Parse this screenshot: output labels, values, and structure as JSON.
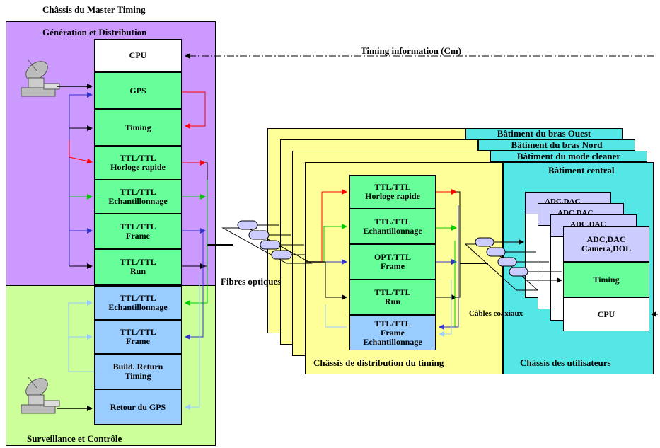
{
  "master": {
    "title": "Châssis du Master Timing",
    "gen_title": "Génération et Distribution",
    "surv_title": "Surveillance et Contrôle",
    "timing_info": "Timing information (Cm)",
    "blocks": {
      "cpu": "CPU",
      "gps": "GPS",
      "timing": "Timing",
      "ttl_horloge": [
        "TTL/TTL",
        "Horloge rapide"
      ],
      "ttl_echant": [
        "TTL/TTL",
        "Echantillonnage"
      ],
      "ttl_frame": [
        "TTL/TTL",
        "Frame"
      ],
      "ttl_run": [
        "TTL/TTL",
        "Run"
      ],
      "surv_echant": [
        "TTL/TTL",
        "Echantillonnage"
      ],
      "surv_frame": [
        "TTL/TTL",
        "Frame"
      ],
      "build_return": [
        "Build. Return",
        "Timing"
      ],
      "retour_gps": "Retour du GPS"
    }
  },
  "fibres_label": "Fibres optiques",
  "distribution": {
    "title": "Châssis de distribution du timing",
    "blocks": {
      "horloge": [
        "TTL/TTL",
        "Horloge rapide"
      ],
      "echant": [
        "TTL/TTL",
        "Echantillonnage"
      ],
      "frame": [
        "OPT/TTL",
        "Frame"
      ],
      "run": [
        "TTL/TTL",
        "Run"
      ],
      "frame_echant": [
        "TTL/TTL",
        "Frame",
        "Echantillonnage"
      ]
    }
  },
  "buildings": {
    "ouest": "Bâtiment du bras Ouest",
    "nord": "Bâtiment du bras Nord",
    "cleaner": "Bâtiment du mode cleaner",
    "central": "Bâtiment central"
  },
  "users": {
    "title": "Châssis des utilisateurs",
    "coax_label": "Câbles coaxiaux",
    "adc_back": "ADC,DAC",
    "adc": [
      "ADC,DAC",
      "Camera,DOL"
    ],
    "timing": "Timing",
    "cpu": "CPU"
  },
  "colors": {
    "purple": "#cc99ff",
    "green_light": "#ccff99",
    "block_green": "#66ff99",
    "block_blue": "#99ccff",
    "yellow": "#ffff99",
    "cyan": "#55e6e6",
    "lavender": "#ccccff",
    "arrow_red": "#ff0000",
    "arrow_green": "#00cc00",
    "arrow_blue": "#3333cc",
    "arrow_lightblue": "#99ccff"
  }
}
